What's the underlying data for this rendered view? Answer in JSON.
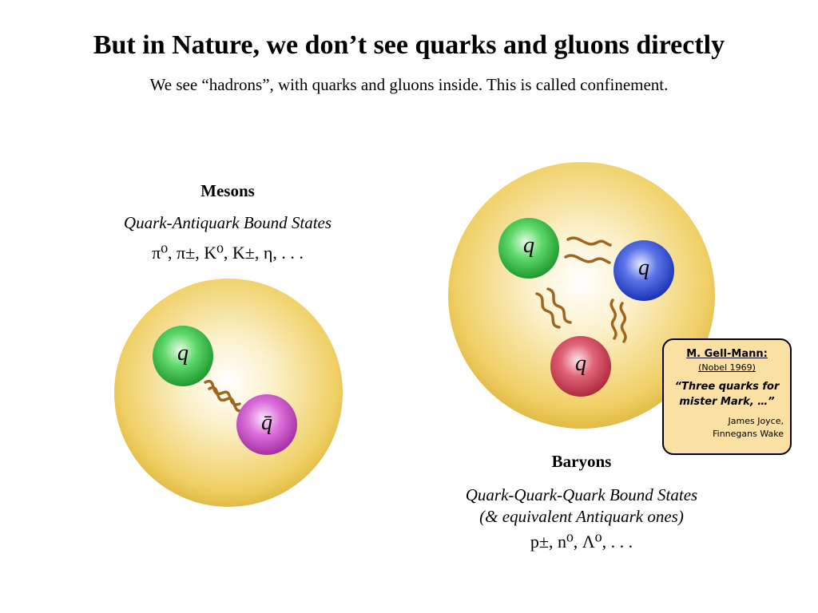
{
  "title": "But in Nature, we don’t see quarks and gluons directly",
  "subtitle": "We see “hadrons”, with quarks and gluons inside. This is called confinement.",
  "mesons": {
    "heading": "Mesons",
    "description": "Quark-Antiquark Bound States",
    "examples": "π⁰, π±, K⁰, K±, η, . . .",
    "quark_labels": [
      "q",
      "q̄"
    ],
    "quark_colors": [
      "#2fbf3f",
      "#cc44cc"
    ]
  },
  "baryons": {
    "heading": "Baryons",
    "description_line1": "Quark-Quark-Quark Bound States",
    "description_line2": "(& equivalent Antiquark ones)",
    "examples": "p±, n⁰, Λ⁰, . . .",
    "quark_labels": [
      "q",
      "q",
      "q"
    ],
    "quark_colors": [
      "#2fbf3f",
      "#2c46cc",
      "#cc3344"
    ]
  },
  "quote_box": {
    "name": "M. Gell-Mann:",
    "award": "(Nobel 1969)",
    "quote_line1": "“Three quarks for",
    "quote_line2": "mister Mark, …”",
    "author": "James Joyce,",
    "source": "Finnegans Wake"
  },
  "colors": {
    "hadron_fill": "#f3d46a",
    "gluon": "#a0661e"
  }
}
